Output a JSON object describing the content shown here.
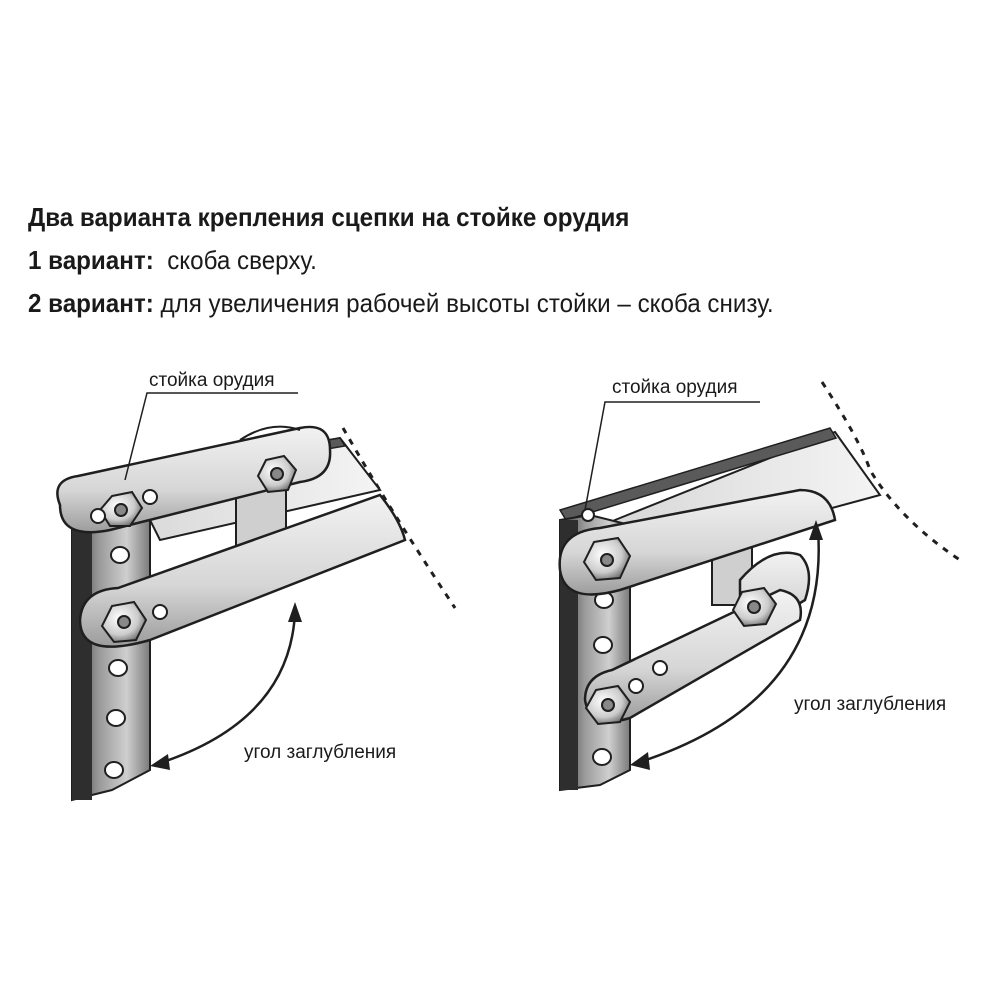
{
  "header": {
    "title": "Два варианта крепления сцепки на стойке орудия",
    "variant1_label": "1 вариант:",
    "variant1_text": "скоба сверху.",
    "variant2_label": "2 вариант:",
    "variant2_text": "для увеличения рабочей высоты стойки – скоба снизу."
  },
  "left_diagram": {
    "post_label": "стойка орудия",
    "angle_label": "угол заглубления"
  },
  "right_diagram": {
    "post_label": "стойка орудия",
    "angle_label": "угол заглубления"
  },
  "colors": {
    "metal_light": "#e6e6e6",
    "metal_mid": "#bdbdbd",
    "metal_dark": "#4a4a4a",
    "outline": "#1f1f1f"
  }
}
